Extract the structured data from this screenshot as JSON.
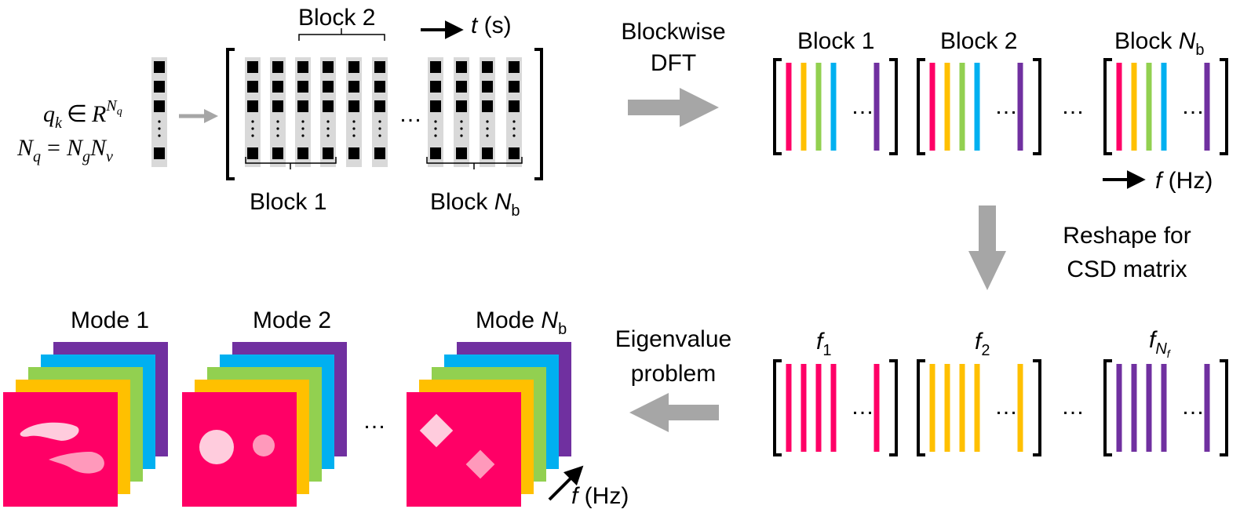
{
  "colors": {
    "pink": "#ff0066",
    "yellow": "#ffc000",
    "green": "#92d050",
    "cyan": "#00b0f0",
    "purple": "#7030a0",
    "gray_arrow": "#a6a6a6",
    "vector_bg": "#d9d9d9",
    "light_pink": "#ffccdd"
  },
  "snapshot": {
    "q_sym": "q",
    "q_sub": "k",
    "in_sym": "∈",
    "R_sym": "R",
    "sup_N": "N",
    "sup_q": "q",
    "Nq_sym": "N",
    "Nq_sub": "q",
    "eq": "=",
    "Ng_sym": "N",
    "Ng_sub": "g",
    "Nv_sym": "N",
    "Nv_sub": "v"
  },
  "time_matrix": {
    "block2": "Block 2",
    "block1": "Block 1",
    "blockNb": "Block ",
    "blockNb_N": "N",
    "blockNb_sub": "b",
    "t_var": "t",
    "t_unit": " (s)",
    "ellipsis": "…"
  },
  "step1": {
    "line1": "Blockwise",
    "line2": "DFT"
  },
  "freq_blocks": {
    "block1": "Block 1",
    "block2": "Block 2",
    "blockNb": "Block ",
    "blockNb_N": "N",
    "blockNb_sub": "b",
    "f_var": "f",
    "f_unit": " (Hz)",
    "ellipsis": "…"
  },
  "step2": {
    "line1": "Reshape for",
    "line2": "CSD matrix"
  },
  "csd": {
    "f1": "f",
    "f1_sub": "1",
    "f2": "f",
    "f2_sub": "2",
    "fN": "f",
    "fN_sub": "N",
    "fN_subsub": "f",
    "ellipsis": "…"
  },
  "step3": {
    "line1": "Eigenvalue",
    "line2": "problem"
  },
  "modes": {
    "mode1": "Mode 1",
    "mode2": "Mode 2",
    "modeNb": "Mode ",
    "modeNb_N": "N",
    "modeNb_sub": "b",
    "f_var": "f",
    "f_unit": " (Hz)",
    "ellipsis": "…"
  }
}
